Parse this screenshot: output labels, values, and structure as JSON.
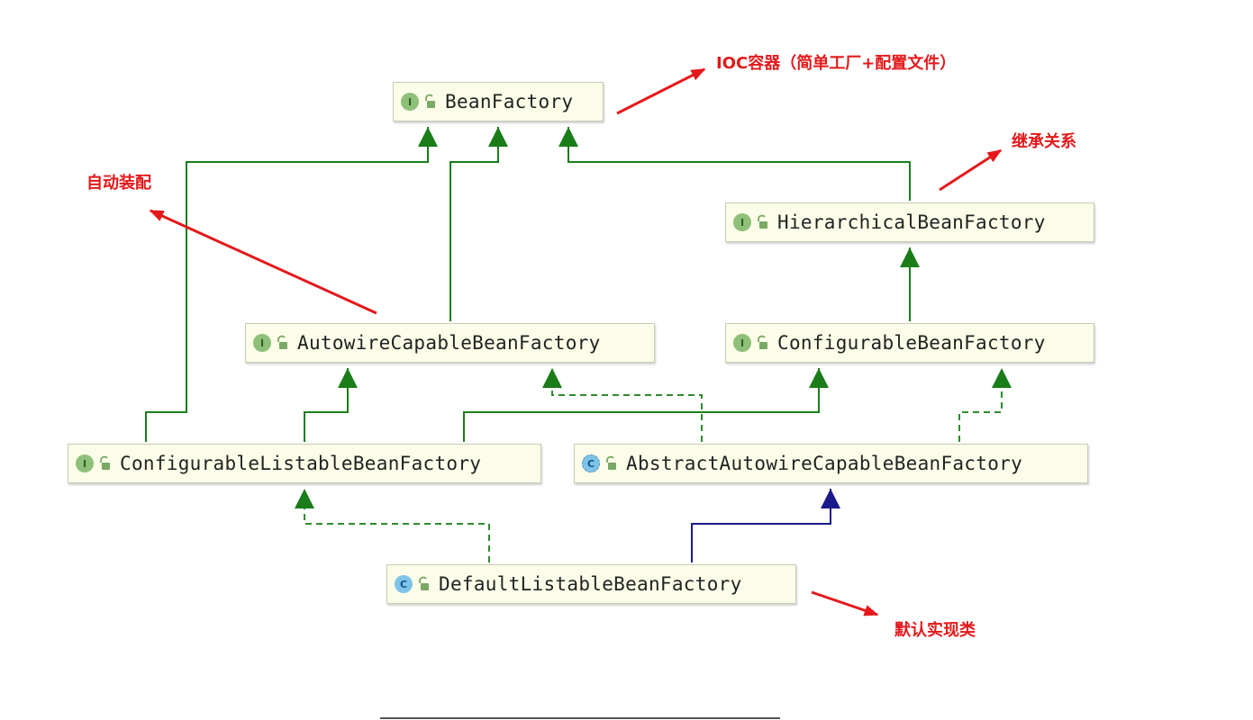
{
  "nodes": {
    "bean_factory": {
      "name": "BeanFactory",
      "badge": "I"
    },
    "hierarchical": {
      "name": "HierarchicalBeanFactory",
      "badge": "I"
    },
    "autowire": {
      "name": "AutowireCapableBeanFactory",
      "badge": "I"
    },
    "configurable": {
      "name": "ConfigurableBeanFactory",
      "badge": "I"
    },
    "configurable_listable": {
      "name": "ConfigurableListableBeanFactory",
      "badge": "I"
    },
    "abstract_autowire": {
      "name": "AbstractAutowireCapableBeanFactory",
      "badge": "C"
    },
    "default_listable": {
      "name": "DefaultListableBeanFactory",
      "badge": "C"
    }
  },
  "annotations": {
    "ioc": "IOC容器（简单工厂+配置文件）",
    "inheritance": "继承关系",
    "autowire": "自动装配",
    "default_impl": "默认实现类"
  },
  "colors": {
    "extends_line": "#1a7d1a",
    "class_extends_line": "#1a1a8c",
    "annotation": "#e3191b",
    "node_bg": "#fcfde8"
  }
}
